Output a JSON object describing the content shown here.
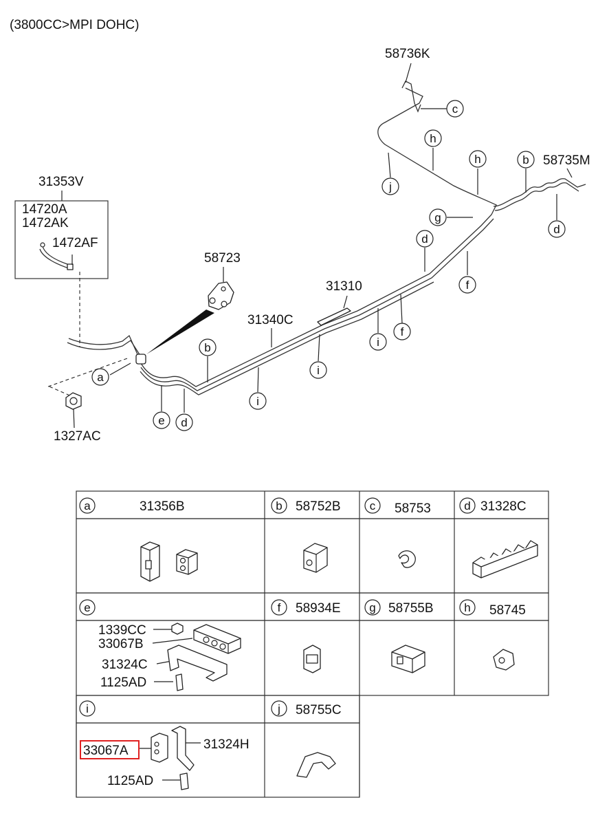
{
  "header": {
    "engine_spec": "(3800CC>MPI DOHC)"
  },
  "parts": {
    "p58736K": "58736K",
    "p58735M": "58735M",
    "p31353V": "31353V",
    "p14720A": "14720A",
    "p1472AK": "1472AK",
    "p1472AF": "1472AF",
    "p58723": "58723",
    "p31310": "31310",
    "p31340C": "31340C",
    "p1327AC": "1327AC"
  },
  "callouts": {
    "a": "a",
    "b": "b",
    "c": "c",
    "d": "d",
    "e": "e",
    "f": "f",
    "g": "g",
    "h": "h",
    "i": "i",
    "j": "j"
  },
  "table": {
    "a_part": "31356B",
    "b_part": "58752B",
    "c_part": "58753",
    "d_part": "31328C",
    "f_part": "58934E",
    "g_part": "58755B",
    "h_part": "58745",
    "j_part": "58755C",
    "e_parts": {
      "p1": "1339CC",
      "p2": "33067B",
      "p3": "31324C",
      "p4": "1125AD"
    },
    "i_parts": {
      "p1": "33067A",
      "p2": "31324H",
      "p3": "1125AD"
    }
  },
  "colors": {
    "highlight": "#e02020",
    "line": "#222222"
  }
}
